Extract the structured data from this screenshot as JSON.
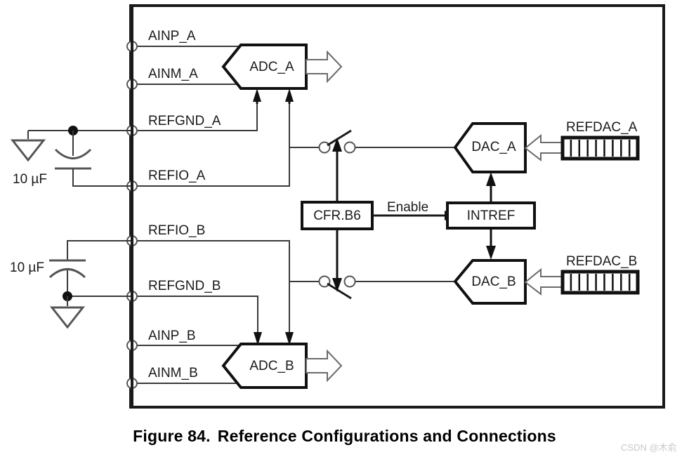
{
  "figure": {
    "number": "Figure 84.",
    "title": "Reference Configurations and Connections"
  },
  "watermark": {
    "text": "CSDN @木俞"
  },
  "pins": [
    {
      "name": "AINP_A",
      "label": "AINP_A"
    },
    {
      "name": "AINM_A",
      "label": "AINM_A"
    },
    {
      "name": "REFGND_A",
      "label": "REFGND_A"
    },
    {
      "name": "REFIO_A",
      "label": "REFIO_A"
    },
    {
      "name": "REFIO_B",
      "label": "REFIO_B"
    },
    {
      "name": "REFGND_B",
      "label": "REFGND_B"
    },
    {
      "name": "AINP_B",
      "label": "AINP_B"
    },
    {
      "name": "AINM_B",
      "label": "AINM_B"
    }
  ],
  "blocks": {
    "adc_a": "ADC_A",
    "adc_b": "ADC_B",
    "dac_a": "DAC_A",
    "dac_b": "DAC_B",
    "cfr_b6": "CFR.B6",
    "intref": "INTREF"
  },
  "registers": {
    "refdac_a": {
      "label": "REFDAC_A",
      "cells": 9
    },
    "refdac_b": {
      "label": "REFDAC_B",
      "cells": 9
    }
  },
  "signals": {
    "enable": "Enable"
  },
  "capacitors": [
    {
      "name": "cap-a",
      "value": "10 µF"
    },
    {
      "name": "cap-b",
      "value": "10 µF"
    }
  ],
  "colors": {
    "line": "#1a1a1a",
    "text": "#1a1a1a",
    "bus_arrow_fill": "#ffffff",
    "bus_arrow_stroke": "#6b6b6b",
    "background": "#ffffff",
    "watermark": "#c9c9c9"
  }
}
